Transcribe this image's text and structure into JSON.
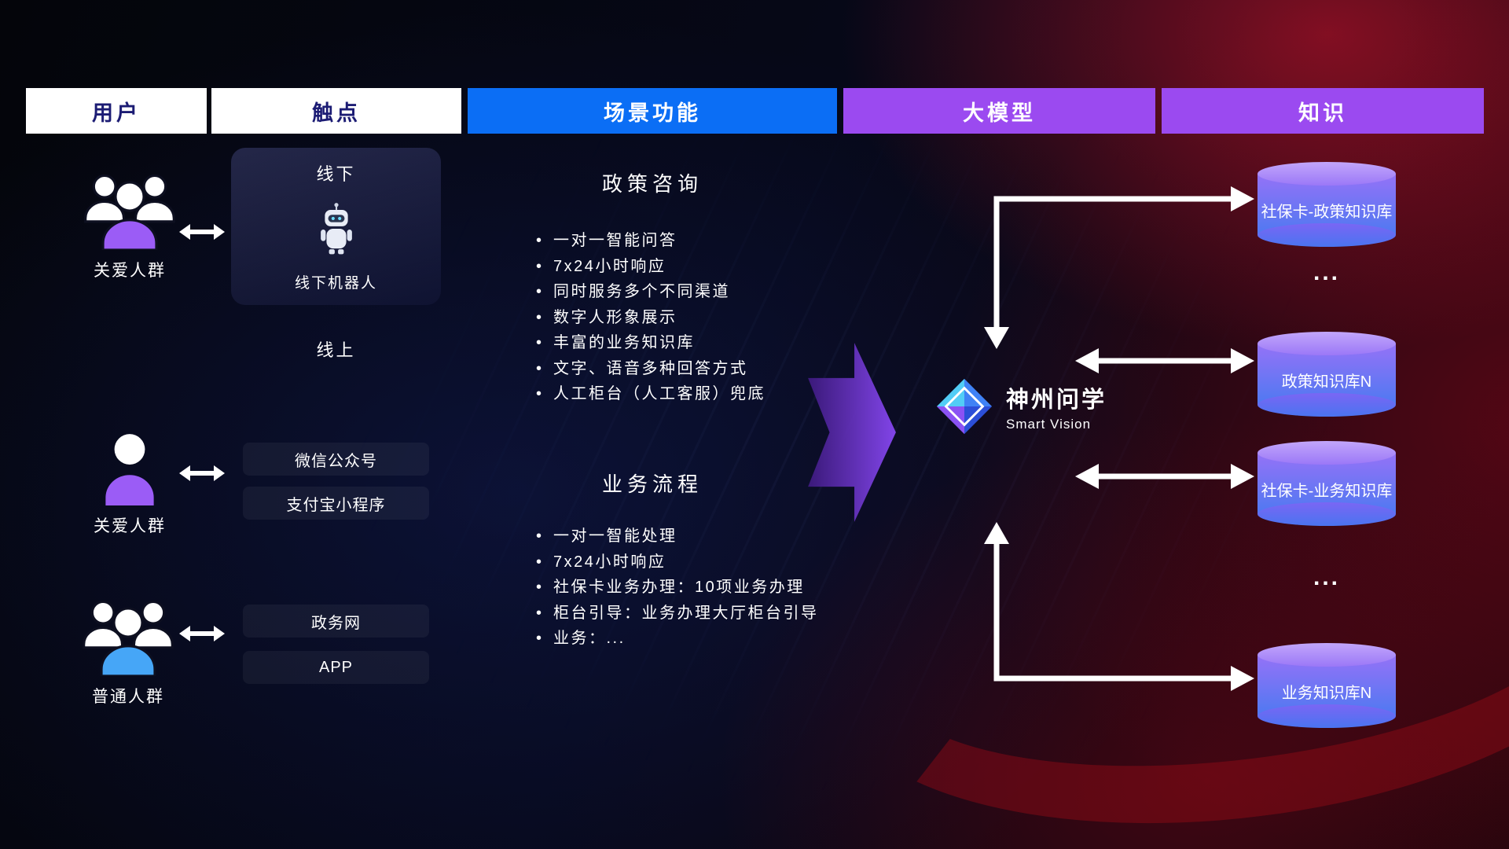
{
  "headers": {
    "user": "用户",
    "touchpoint": "触点",
    "scenario": "场景功能",
    "model": "大模型",
    "knowledge": "知识"
  },
  "users": [
    {
      "label": "关爱人群",
      "icon": "group-people-purple-icon"
    },
    {
      "label": "关爱人群",
      "icon": "single-person-purple-icon"
    },
    {
      "label": "普通人群",
      "icon": "group-people-blue-icon"
    }
  ],
  "touchpoints": {
    "offline": {
      "title": "线下",
      "icon": "robot-icon",
      "caption": "线下机器人"
    },
    "online_label": "线上",
    "channels": [
      "微信公众号",
      "支付宝小程序",
      "政务网",
      "APP"
    ]
  },
  "scenarios": [
    {
      "title": "政策咨询",
      "items": [
        "一对一智能问答",
        "7x24小时响应",
        "同时服务多个不同渠道",
        "数字人形象展示",
        "丰富的业务知识库",
        "文字、语音多种回答方式",
        "人工柜台（人工客服）兜底"
      ]
    },
    {
      "title": "业务流程",
      "items": [
        "一对一智能处理",
        "7x24小时响应",
        "社保卡业务办理：10项业务办理",
        "柜台引导：业务办理大厅柜台引导",
        "业务：..."
      ]
    }
  ],
  "model": {
    "name": "神州问学",
    "subtitle": "Smart Vision"
  },
  "knowledge": {
    "cylinders": [
      "社保卡-政策知识库",
      "政策知识库N",
      "社保卡-业务知识库",
      "业务知识库N"
    ],
    "ellipsis": "..."
  },
  "colors": {
    "header_blue": "#0b6ef5",
    "header_purple": "#9b4af0",
    "header_text_dark": "#1c1c74",
    "cylinder_top": "#c2a6fb",
    "cylinder_body_start": "#9572f7",
    "cylinder_body_end": "#4e79f1",
    "accent_purple": "#9b5cf6",
    "accent_blue": "#46a6f7",
    "arrow_white": "#ffffff"
  }
}
